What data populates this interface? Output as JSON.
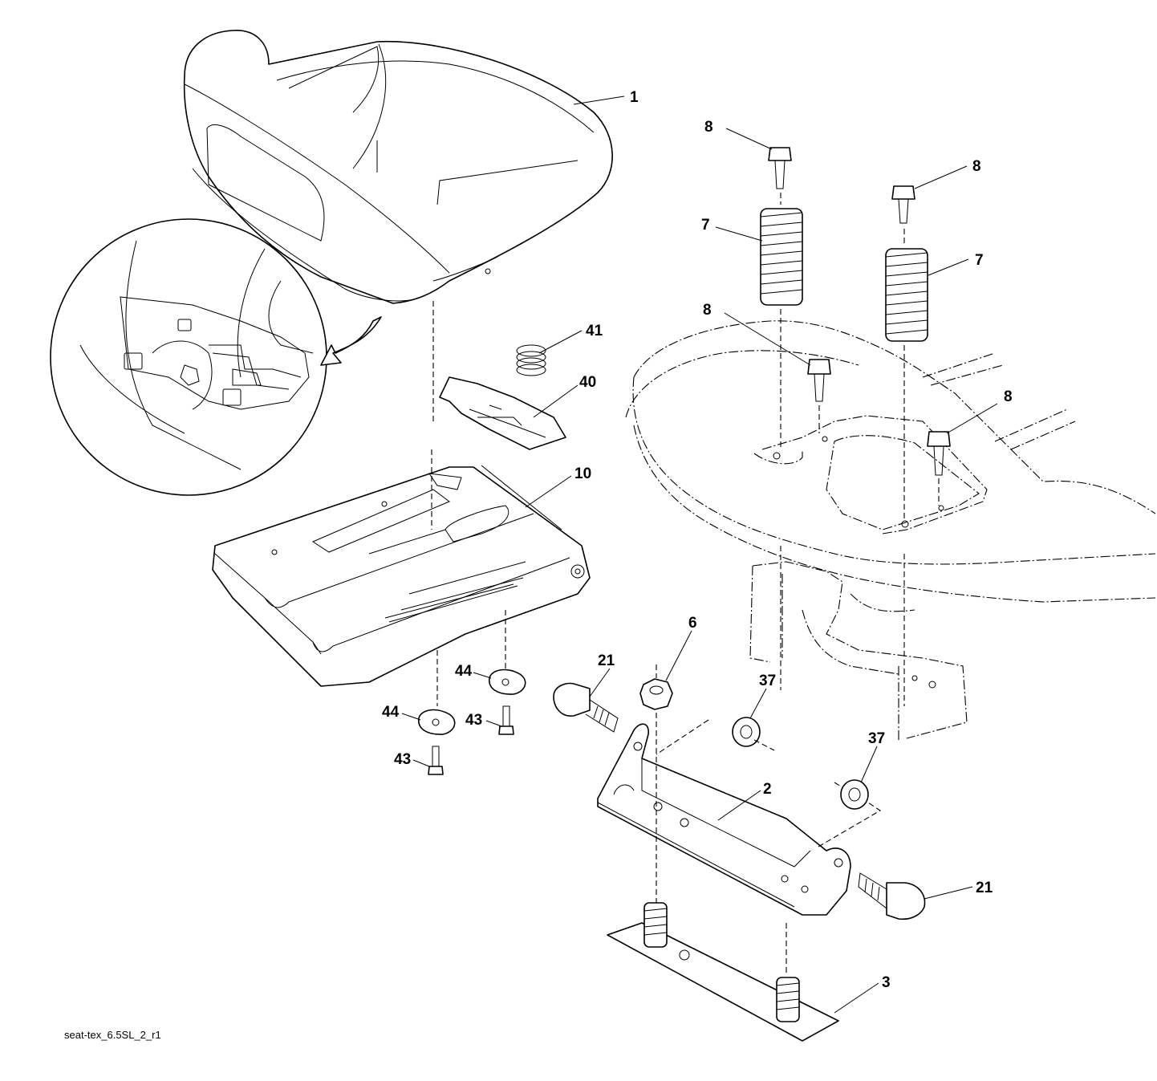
{
  "diagram": {
    "caption": "seat-tex_6.5SL_2_r1",
    "callouts": [
      {
        "id": "c1",
        "text": "1"
      },
      {
        "id": "c8a",
        "text": "8"
      },
      {
        "id": "c8b",
        "text": "8"
      },
      {
        "id": "c7a",
        "text": "7"
      },
      {
        "id": "c7b",
        "text": "7"
      },
      {
        "id": "c8c",
        "text": "8"
      },
      {
        "id": "c8d",
        "text": "8"
      },
      {
        "id": "c41",
        "text": "41"
      },
      {
        "id": "c40",
        "text": "40"
      },
      {
        "id": "c10",
        "text": "10"
      },
      {
        "id": "c6",
        "text": "6"
      },
      {
        "id": "c21a",
        "text": "21"
      },
      {
        "id": "c37a",
        "text": "37"
      },
      {
        "id": "c37b",
        "text": "37"
      },
      {
        "id": "c44a",
        "text": "44"
      },
      {
        "id": "c44b",
        "text": "44"
      },
      {
        "id": "c43a",
        "text": "43"
      },
      {
        "id": "c43b",
        "text": "43"
      },
      {
        "id": "c2",
        "text": "2"
      },
      {
        "id": "c21b",
        "text": "21"
      },
      {
        "id": "c3",
        "text": "3"
      }
    ]
  }
}
